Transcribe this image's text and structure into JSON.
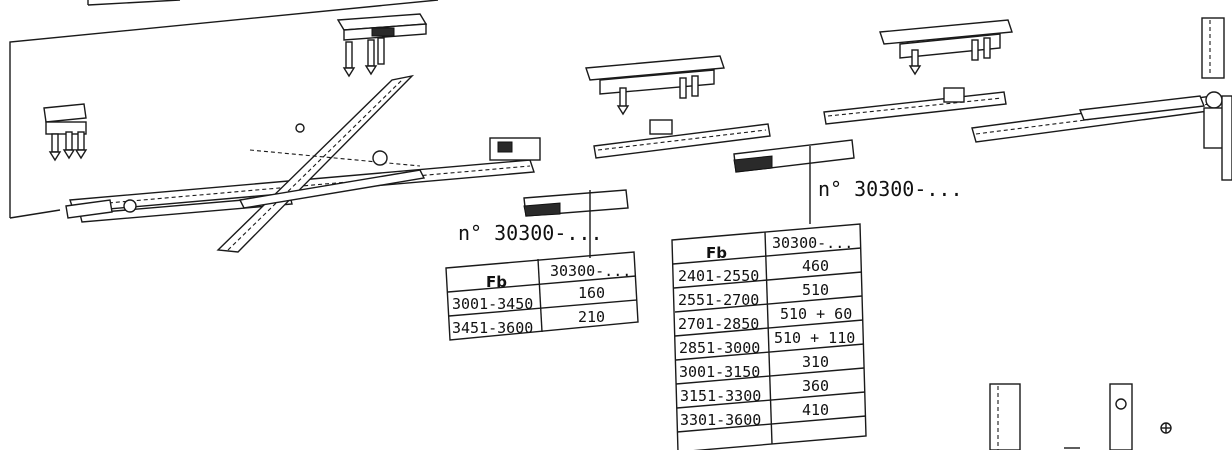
{
  "labels": {
    "left_part_no": "n° 30300-...",
    "right_part_no": "n° 30300-..."
  },
  "table_left": {
    "headers": [
      "Fb",
      "30300-..."
    ],
    "rows": [
      [
        "3001-3450",
        "160"
      ],
      [
        "3451-3600",
        "210"
      ]
    ]
  },
  "table_right": {
    "headers": [
      "Fb",
      "30300-..."
    ],
    "rows": [
      [
        "2401-2550",
        "460"
      ],
      [
        "2551-2700",
        "510"
      ],
      [
        "2701-2850",
        "510 + 60"
      ],
      [
        "2851-3000",
        "510 + 110"
      ],
      [
        "3001-3150",
        "310"
      ],
      [
        "3151-3300",
        "360"
      ],
      [
        "3301-3600",
        "410"
      ]
    ]
  }
}
